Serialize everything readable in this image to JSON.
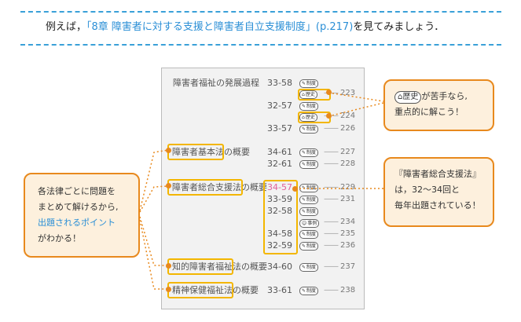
{
  "intro": {
    "prefix": "例えば，",
    "highlight": "「8章 障害者に対する支援と障害者自立支援制度」(p.217)",
    "suffix": "を見てみましょう．"
  },
  "index": {
    "entries": [
      {
        "label": "障害者福祉の発展過程"
      },
      {
        "label_main": "障害者基本法",
        "label_tail": "の概要"
      },
      {
        "label_main": "障害者総合支援法",
        "label_tail": "の概要"
      },
      {
        "label_main": "知的障害者福祉法",
        "label_tail": "の概要"
      },
      {
        "label_main": "精神保健福祉法",
        "label_tail": "の概要"
      }
    ],
    "rows": [
      {
        "num": "33-58",
        "badge": "制度",
        "page": ""
      },
      {
        "num": "",
        "badge": "歴史",
        "page": "223"
      },
      {
        "num": "32-57",
        "badge": "制度",
        "page": ""
      },
      {
        "num": "",
        "badge": "歴史",
        "page": "224"
      },
      {
        "num": "33-57",
        "badge": "制度",
        "page": "226"
      },
      {
        "num": "34-61",
        "badge": "制度",
        "page": "227"
      },
      {
        "num": "32-61",
        "badge": "制度",
        "page": "228"
      },
      {
        "num": "34-57",
        "badge": "制度",
        "page": "229"
      },
      {
        "num": "33-59",
        "badge": "制度",
        "page": "231"
      },
      {
        "num": "32-58",
        "badge": "制度",
        "page": ""
      },
      {
        "num": "",
        "badge": "事例",
        "page": "234"
      },
      {
        "num": "34-58",
        "badge": "制度",
        "page": "235"
      },
      {
        "num": "32-59",
        "badge": "制度",
        "page": "236"
      },
      {
        "num": "34-60",
        "badge": "制度",
        "page": "237"
      },
      {
        "num": "33-61",
        "badge": "制度",
        "page": "238"
      }
    ]
  },
  "notes": {
    "left": {
      "line1": "各法律ごとに問題を",
      "line2": "まとめて解けるから,",
      "line3": "出題されるポイント",
      "line4": "がわかる！"
    },
    "top_right": {
      "badge": "歴史",
      "line1_tail": "が苦手なら,",
      "line2": "重点的に解こう！"
    },
    "bottom_right": {
      "line1": "『障害者総合支援法』",
      "line2": "は，32～34回と",
      "line3": "毎年出題されている！"
    }
  },
  "colors": {
    "accent_blue": "#2b8fd6",
    "accent_orange": "#e8891d",
    "highlight_yellow": "#f3b600",
    "note_fill": "#fdf0dd",
    "pink": "#e2609b"
  },
  "icons": [
    "building-icon",
    "pen-icon",
    "person-icon"
  ]
}
